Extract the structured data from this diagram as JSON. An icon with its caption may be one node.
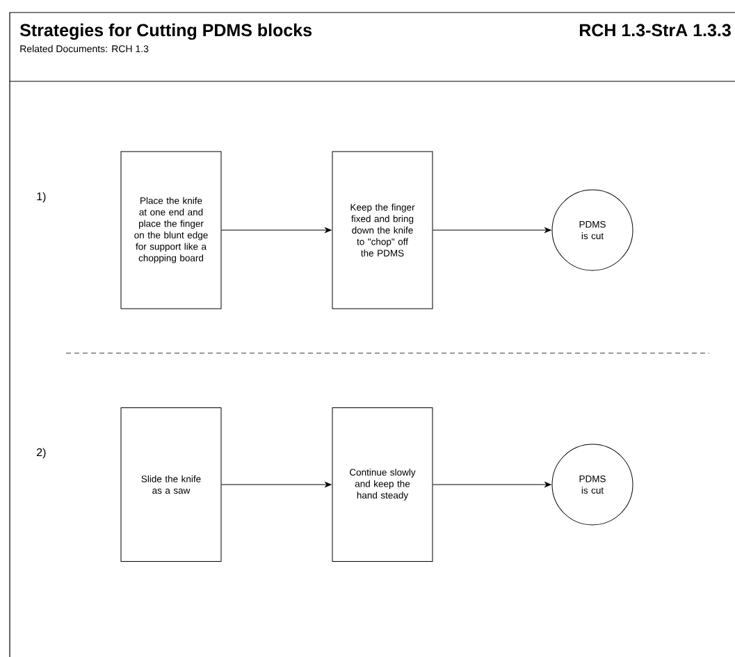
{
  "diagram": {
    "title": "Strategies for Cutting PDMS blocks",
    "nodes": [
      {
        "text": [
          "Place the knife at one end and place the finger on the blunt edge for support like a chopping board"
        ]
      },
      {
        "text": [
          "Keep the finger fixed and bring down the knife to \"chop\" off the PDMS"
        ]
      },
      {
        "text": [
          "PDMS is cut"
        ]
      },
      {
        "text": [
          "Slide the knife as a saw"
        ]
      },
      {
        "text": [
          "Continue slowly and keep the hand steady"
        ]
      },
      {
        "text": [
          "PDMS is cut"
        ]
      }
    ],
    "edges": [
      {
        "from": 0,
        "to": 1,
        "arrow": "to"
      },
      {
        "from": 1,
        "to": 2,
        "arrow": "to"
      },
      {
        "from": 3,
        "to": 4,
        "arrow": "to"
      },
      {
        "from": 4,
        "to": 5,
        "arrow": "to"
      }
    ],
    "labels": [
      "Related Documents: RCH 1.3",
      "RCH 1.3-StrA 1.3.3",
      "1)",
      "2)"
    ]
  }
}
